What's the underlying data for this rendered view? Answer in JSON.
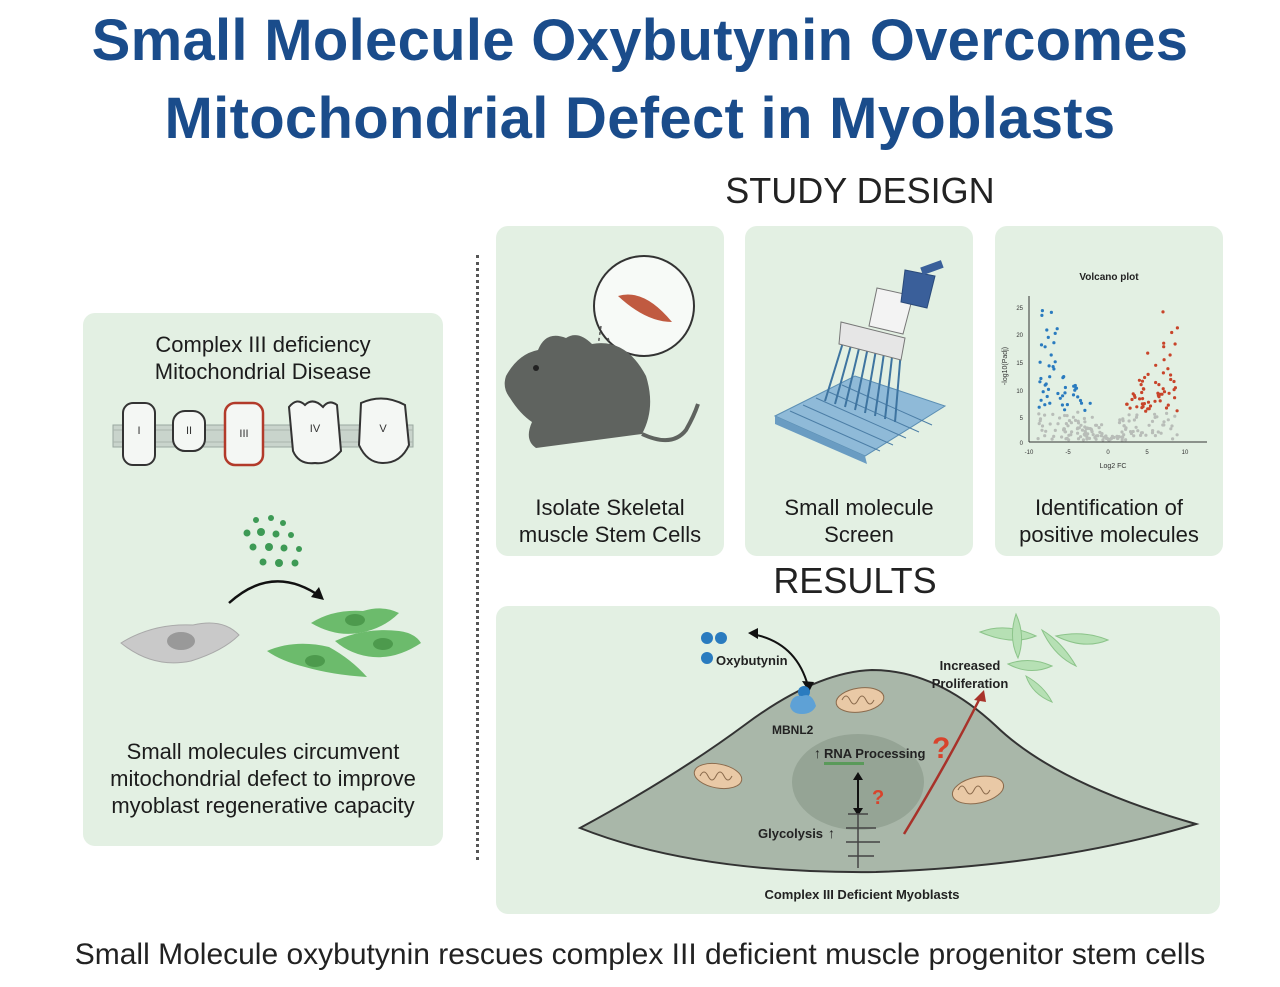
{
  "title": {
    "line1": "Small Molecule Oxybutynin Overcomes",
    "line2": "Mitochondrial Defect in Myoblasts"
  },
  "left_panel": {
    "heading_line1": "Complex III deficiency",
    "heading_line2": "Mitochondrial Disease",
    "complexes": [
      "I",
      "II",
      "III",
      "IV",
      "V"
    ],
    "caption_line1": "Small molecules circumvent",
    "caption_line2": "mitochondrial defect to improve",
    "caption_line3": "myoblast regenerative capacity"
  },
  "study_design": {
    "heading": "STUDY DESIGN",
    "steps": [
      {
        "line1": "Isolate Skeletal",
        "line2": "muscle Stem Cells"
      },
      {
        "line1": "Small molecule",
        "line2": "Screen"
      },
      {
        "line1": "Identification of",
        "line2": "positive molecules"
      }
    ],
    "volcano": {
      "title": "Volcano plot",
      "xlabel": "Log2 FC",
      "ylabel": "-log10(Padj)",
      "xticks": [
        "-10",
        "-5",
        "0",
        "5",
        "10"
      ],
      "yticks": [
        "25",
        "20",
        "15",
        "10",
        "5",
        "0"
      ]
    }
  },
  "results": {
    "heading": "RESULTS",
    "labels": {
      "oxybutynin": "Oxybutynin",
      "mbnl2": "MBNL2",
      "rna_processing": "RNA Processing",
      "glycolysis": "Glycolysis",
      "increased": "Increased",
      "proliferation": "Proliferation",
      "question": "?",
      "cell": "Complex III Deficient Myoblasts"
    }
  },
  "footer": "Small Molecule oxybutynin rescues complex III deficient muscle progenitor stem cells",
  "colors": {
    "title": "#1a4c8b",
    "panel": "#e3f0e3",
    "complex_iii": "#b23a2a",
    "down": "#2a7bbf",
    "up": "#c8442a",
    "cell_green": "#6cbb6c",
    "question": "#d8432c"
  }
}
